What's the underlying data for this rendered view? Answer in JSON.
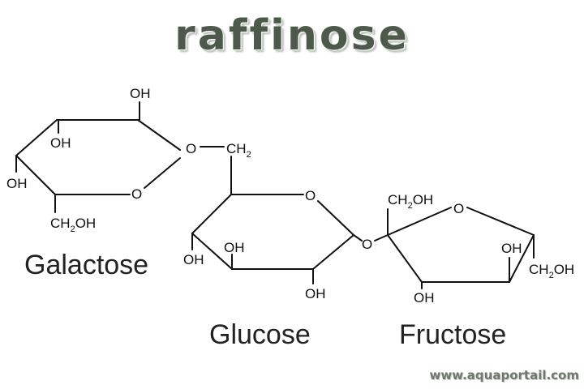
{
  "title": "raffinose",
  "labels": {
    "galactose": "Galactose",
    "glucose": "Glucose",
    "fructose": "Fructose"
  },
  "atoms": {
    "oh": "OH",
    "o": "O",
    "ch2": "CH",
    "ch2oh_a": "CH",
    "ch2oh_b": "OH",
    "sub2": "2"
  },
  "watermark": "www.aquaportail.com"
}
